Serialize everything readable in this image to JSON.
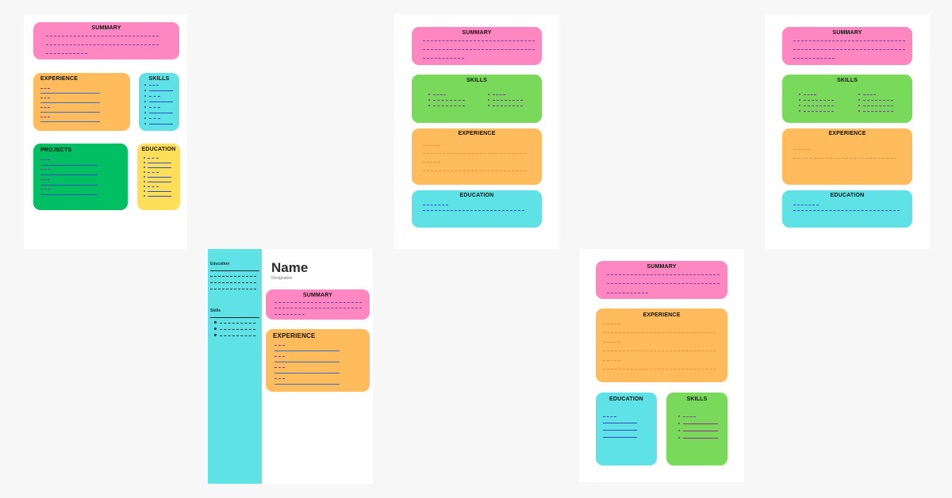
{
  "templates": [
    {
      "summary": "SUMMARY",
      "experience": "EXPERIENCE",
      "skills": "SKILLS",
      "projects": "PROJECTS",
      "education": "EDUCATION"
    },
    {
      "summary": "SUMMARY",
      "skills": "SKILLS",
      "experience": "EXPERIENCE",
      "education": "EDUCATION"
    },
    {
      "summary": "SUMMARY",
      "skills": "SKILLS",
      "experience": "EXPERIENCE",
      "education": "EDUCATION"
    },
    {
      "sidebar_education": "Education",
      "sidebar_skills": "Skills",
      "name": "Name",
      "designation": "Designation",
      "summary": "SUMMARY",
      "experience": "EXPERIENCE"
    },
    {
      "summary": "SUMMARY",
      "experience": "EXPERIENCE",
      "education": "EDUCATION",
      "skills": "SKILLS"
    }
  ],
  "colors": {
    "pink": "#ff87c1",
    "orange": "#ffbb5c",
    "cyan": "#5ee2e6",
    "green": "#79d95a",
    "dark_green": "#00bf63",
    "yellow": "#ffde59"
  }
}
